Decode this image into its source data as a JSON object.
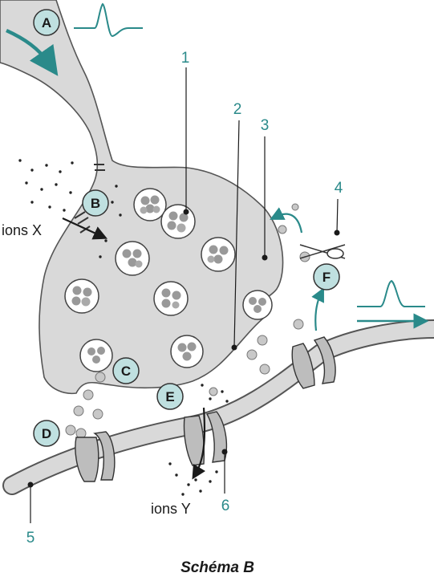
{
  "labels": {
    "A": "A",
    "B": "B",
    "C": "C",
    "D": "D",
    "E": "E",
    "F": "F"
  },
  "numbers": {
    "n1": "1",
    "n2": "2",
    "n3": "3",
    "n4": "4",
    "n5": "5",
    "n6": "6"
  },
  "ions": {
    "x": "ions X",
    "y": "ions Y"
  },
  "caption": "Schéma B",
  "colors": {
    "teal": "#2a8a8a",
    "label_fill": "#bfe0e0",
    "membrane": "#d9d9d9",
    "outline": "#444444"
  }
}
